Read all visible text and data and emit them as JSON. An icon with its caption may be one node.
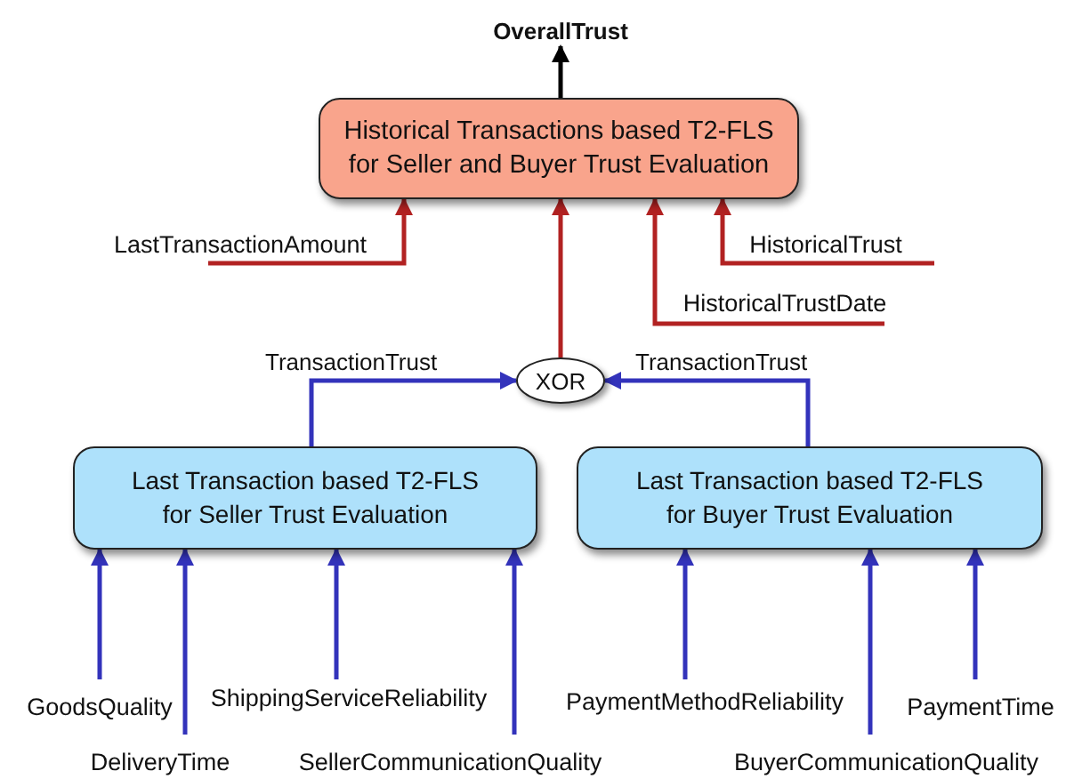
{
  "diagram": {
    "nodes": [
      {
        "text": [
          "OverallTrust"
        ]
      },
      {
        "text": [
          "Historical Transactions based T2-FLS for Seller and Buyer Trust Evaluation"
        ]
      },
      {
        "text": [
          "LastTransactionAmount"
        ]
      },
      {
        "text": [
          "HistoricalTrust"
        ]
      },
      {
        "text": [
          "HistoricalTrustDate"
        ]
      },
      {
        "text": [
          "XOR"
        ]
      },
      {
        "text": [
          "Last Transaction based T2-FLS for Seller Trust Evaluation"
        ]
      },
      {
        "text": [
          "Last Transaction based T2-FLS for Buyer Trust Evaluation"
        ]
      },
      {
        "text": [
          "GoodsQuality"
        ]
      },
      {
        "text": [
          "ShippingServiceReliability"
        ]
      },
      {
        "text": [
          "PaymentMethodReliability"
        ]
      },
      {
        "text": [
          "PaymentTime"
        ]
      },
      {
        "text": [
          "DeliveryTime"
        ]
      },
      {
        "text": [
          "SellerCommunicationQuality"
        ]
      },
      {
        "text": [
          "BuyerCommunicationQuality"
        ]
      }
    ],
    "edges": [
      {
        "from": 1,
        "to": 0,
        "arrow": "to",
        "color": "#000000"
      },
      {
        "from": 2,
        "to": 1,
        "arrow": "to",
        "color": "#b22222"
      },
      {
        "from": 5,
        "to": 1,
        "arrow": "to",
        "color": "#b22222"
      },
      {
        "from": 4,
        "to": 1,
        "arrow": "to",
        "color": "#b22222"
      },
      {
        "from": 3,
        "to": 1,
        "arrow": "to",
        "color": "#b22222"
      },
      {
        "from": 6,
        "to": 5,
        "label": "TransactionTrust",
        "arrow": "to"
      },
      {
        "from": 7,
        "to": 5,
        "label": "TransactionTrust",
        "arrow": "to"
      },
      {
        "from": 8,
        "to": 6,
        "arrow": "to"
      },
      {
        "from": 12,
        "to": 6,
        "arrow": "to"
      },
      {
        "from": 9,
        "to": 6,
        "arrow": "to"
      },
      {
        "from": 13,
        "to": 6,
        "arrow": "to"
      },
      {
        "from": 10,
        "to": 7,
        "arrow": "to"
      },
      {
        "from": 14,
        "to": 7,
        "arrow": "to"
      },
      {
        "from": 11,
        "to": 7,
        "arrow": "to"
      }
    ]
  }
}
